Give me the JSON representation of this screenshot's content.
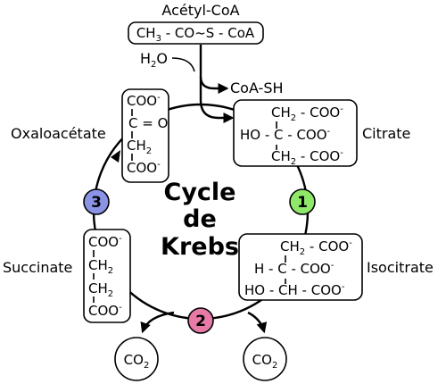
{
  "title": {
    "line1": "Cycle",
    "line2": "de",
    "line3": "Krebs"
  },
  "input": {
    "name": "Acétyl-CoA",
    "formula": [
      "CH",
      "3",
      " - CO~S - CoA"
    ],
    "water": [
      "H",
      "2",
      "O"
    ],
    "released": "CoA-SH"
  },
  "molecules": {
    "citrate": {
      "name": "Citrate",
      "line1": [
        "CH",
        "2",
        " - COO",
        "-"
      ],
      "line2": [
        "HO - C - COO",
        "-"
      ],
      "line3": [
        "CH",
        "2",
        " - COO",
        "-"
      ]
    },
    "isocitrate": {
      "name": "Isocitrate",
      "line1": [
        "CH",
        "2",
        " - COO",
        "-"
      ],
      "line2": [
        "H - C - COO",
        "-"
      ],
      "line3": [
        "HO - CH - COO",
        "-"
      ]
    },
    "succinate": {
      "name": "Succinate",
      "line1": [
        "COO",
        "-"
      ],
      "line2": [
        "CH",
        "2"
      ],
      "line3": [
        "CH",
        "2"
      ],
      "line4": [
        "COO",
        "-"
      ]
    },
    "oxaloacetate": {
      "name": "Oxaloacétate",
      "line1": [
        "COO",
        "-"
      ],
      "line2": "C = O",
      "line3": [
        "CH",
        "2"
      ],
      "line4": [
        "COO",
        "-"
      ]
    }
  },
  "co2": {
    "left": [
      "CO",
      "2"
    ],
    "right": [
      "CO",
      "2"
    ]
  },
  "steps": [
    {
      "label": "1",
      "color": "#8fe86a"
    },
    {
      "label": "2",
      "color": "#e87aa8"
    },
    {
      "label": "3",
      "color": "#8a93e6"
    }
  ]
}
